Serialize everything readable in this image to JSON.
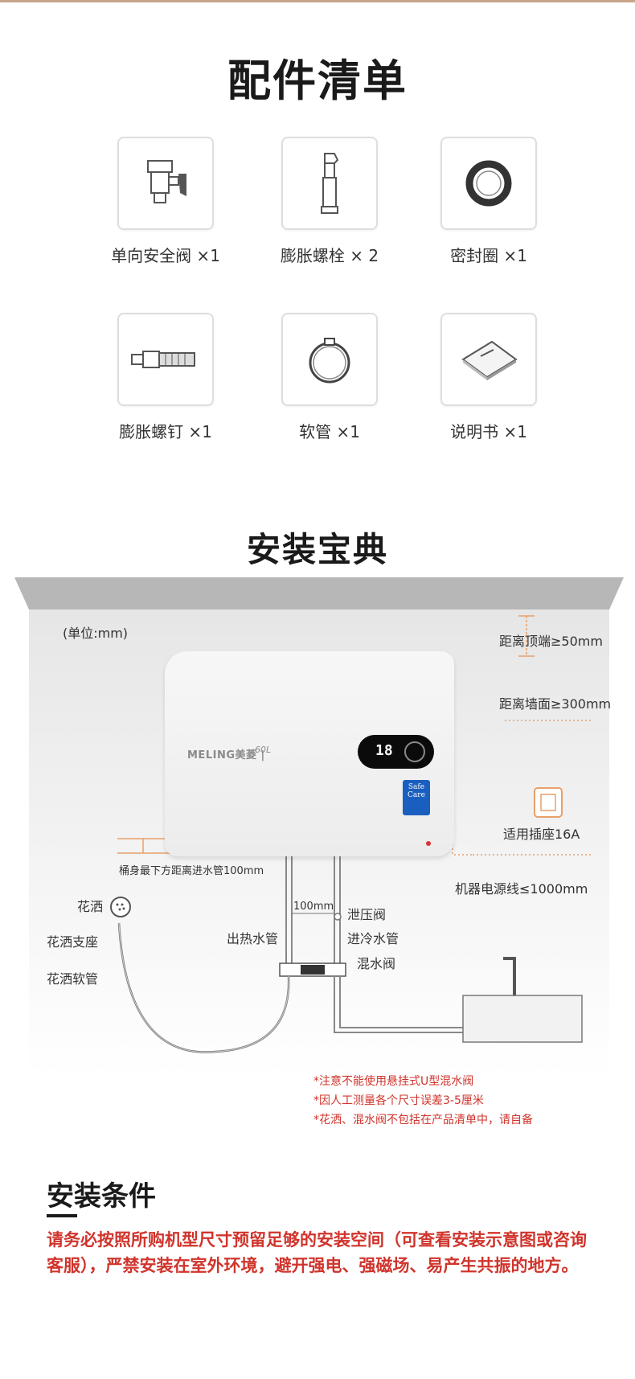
{
  "titles": {
    "accessories": "配件清单",
    "install": "安装宝典"
  },
  "accessories": [
    {
      "label": "单向安全阀 ×1",
      "icon": "safety-valve-icon"
    },
    {
      "label": "膨胀螺栓 × 2",
      "icon": "expansion-bolt-icon"
    },
    {
      "label": "密封圈 ×1",
      "icon": "seal-ring-icon"
    },
    {
      "label": "膨胀螺钉 ×1",
      "icon": "expansion-screw-icon"
    },
    {
      "label": "软管 ×1",
      "icon": "hose-icon"
    },
    {
      "label": "说明书 ×1",
      "icon": "manual-icon"
    }
  ],
  "diagram": {
    "unit": "(单位:mm)",
    "dist_top": "距离顶端≥50mm",
    "dist_wall": "距离墙面≥300mm",
    "socket": "适用插座16A",
    "cord": "机器电源线≤1000mm",
    "bottom_gap": "桶身最下方距离进水管100mm",
    "pipe_gap": "100mm",
    "shower_head": "花洒",
    "shower_bracket": "花洒支座",
    "shower_hose": "花洒软管",
    "hot_out": "出热水管",
    "relief_valve": "泄压阀",
    "cold_in": "进冷水管",
    "mixing_valve": "混水阀",
    "heater_brand": "MELING美菱 |",
    "heater_capacity": "60L",
    "heater_temp": "18",
    "badge_text": "Safe Care",
    "notes": [
      "*注意不能使用悬挂式U型混水阀",
      "*因人工测量各个尺寸误差3-5厘米",
      "*花洒、混水阀不包括在产品清单中，请自备"
    ]
  },
  "conditions": {
    "title": "安装条件",
    "text": "请务必按照所购机型尺寸预留足够的安装空间（可查看安装示意图或咨询客服），严禁安装在室外环境，避开强电、强磁场、易产生共振的地方。"
  },
  "colors": {
    "accent_red": "#d0342c",
    "orange_dim": "#e8a06a"
  }
}
